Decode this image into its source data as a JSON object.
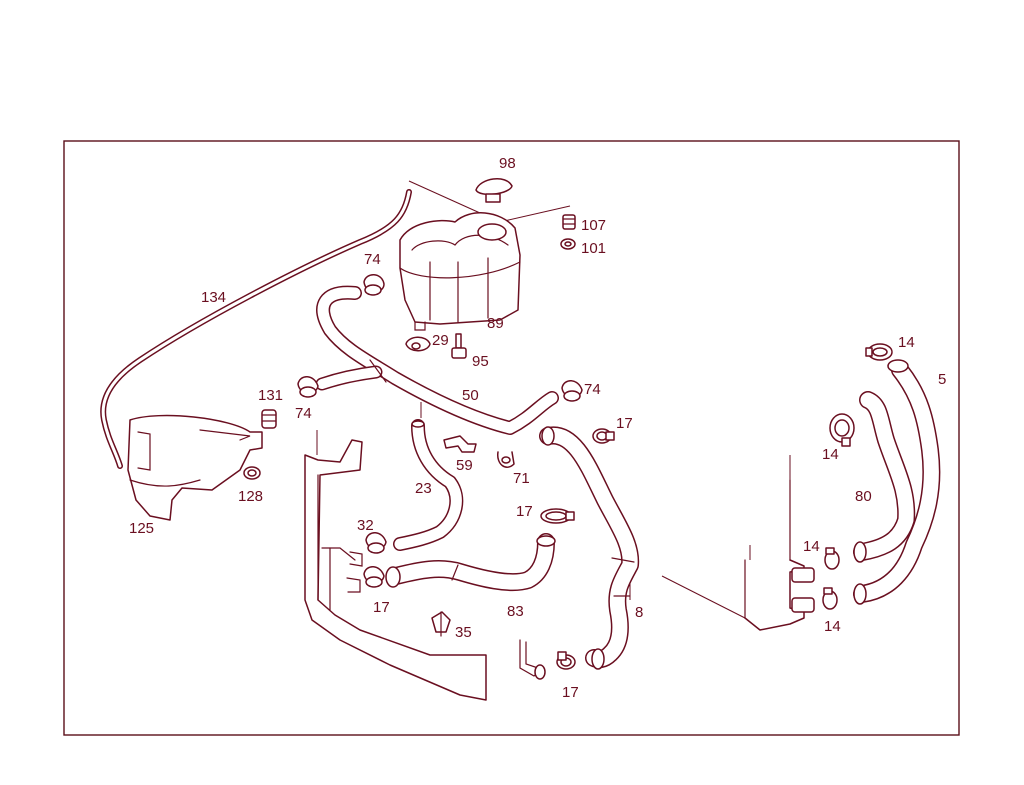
{
  "callouts": {
    "c98": "98",
    "c107": "107",
    "c101": "101",
    "c89": "89",
    "c74a": "74",
    "c134": "134",
    "c29": "29",
    "c95": "95",
    "c50": "50",
    "c74b": "74",
    "c131": "131",
    "c74c": "74",
    "c17a": "17",
    "c14a": "14",
    "c5": "5",
    "c14b": "14",
    "c59": "59",
    "c71": "71",
    "c128": "128",
    "c23": "23",
    "c80": "80",
    "c125": "125",
    "c17b": "17",
    "c32": "32",
    "c14c": "14",
    "c17c": "17",
    "c83": "83",
    "c8": "8",
    "c35": "35",
    "c14d": "14",
    "c17d": "17"
  },
  "colors": {
    "line": "#6a0f20",
    "frame": "#5a0f1a",
    "background": "#ffffff"
  }
}
